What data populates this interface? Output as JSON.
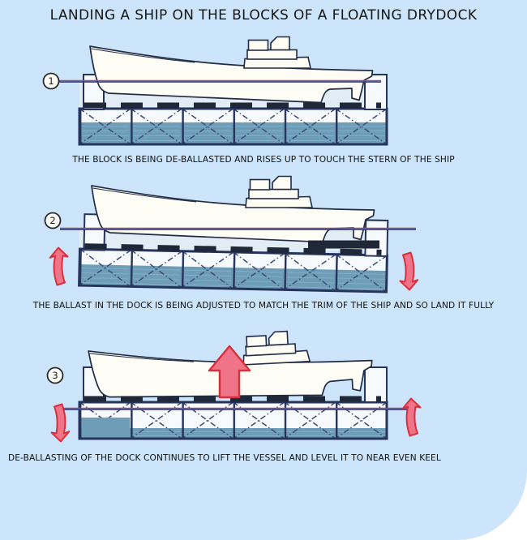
{
  "page": {
    "title": "LANDING A SHIP ON THE BLOCKS OF A FLOATING DRYDOCK",
    "background_color": "#cce5fb"
  },
  "colors": {
    "outline": "#222c44",
    "hull_fill": "#fdfdf6",
    "ballast_water": "#6e9db7",
    "sea_band": "#e2ecf4",
    "keel_blocks": "#1e2838",
    "waterline_red": "#a84a5a",
    "waterline_blue": "#3c3f8f",
    "arrow_fill": "#ef7487",
    "arrow_stroke": "#dc2f3e"
  },
  "steps": [
    {
      "number": "1",
      "caption": "THE BLOCK IS BEING DE-BALLASTED AND RISES UP TO TOUCH THE STERN OF THE SHIP",
      "arrows": []
    },
    {
      "number": "2",
      "caption": "THE BALLAST IN THE DOCK IS BEING ADJUSTED TO MATCH THE TRIM OF THE SHIP AND SO LAND IT FULLY",
      "arrows": [
        {
          "icon": "curved-up-arrow",
          "side": "left"
        },
        {
          "icon": "curved-down-arrow",
          "side": "right"
        }
      ]
    },
    {
      "number": "3",
      "caption": "DE-BALLASTING OF THE DOCK CONTINUES TO LIFT THE VESSEL AND LEVEL IT TO NEAR EVEN KEEL",
      "arrows": [
        {
          "icon": "curved-down-arrow",
          "side": "left"
        },
        {
          "icon": "curved-up-arrow",
          "side": "right"
        },
        {
          "icon": "big-up-arrow",
          "side": "center"
        }
      ]
    }
  ]
}
